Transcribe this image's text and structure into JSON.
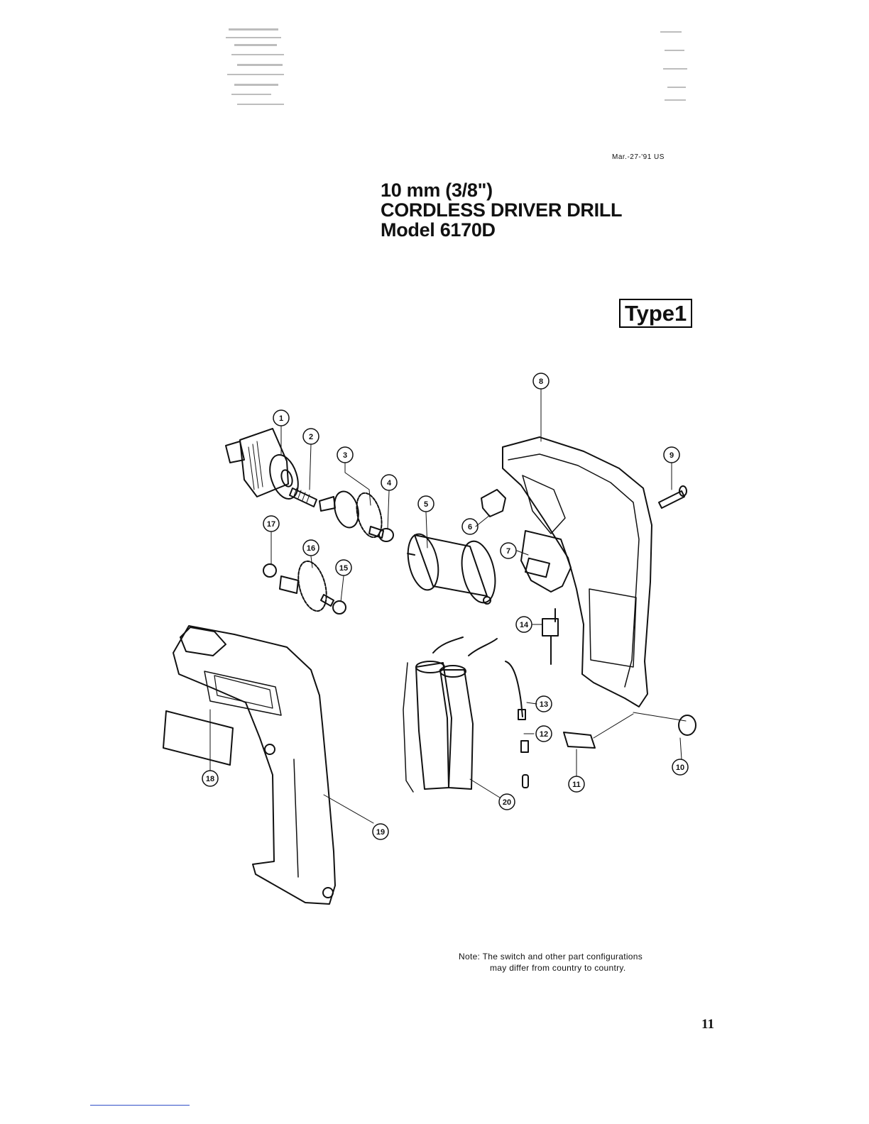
{
  "header": {
    "date_code": "Mar.-27-'91 US",
    "title_lines": [
      "10 mm (3/8\")",
      "CORDLESS DRIVER DRILL",
      "Model 6170D"
    ],
    "type_label": "Type1"
  },
  "callouts": [
    "1",
    "2",
    "3",
    "4",
    "5",
    "6",
    "7",
    "8",
    "9",
    "10",
    "11",
    "12",
    "13",
    "14",
    "15",
    "16",
    "17",
    "18",
    "19",
    "20"
  ],
  "note": {
    "line1": "Note: The switch and other part configurations",
    "line2": "may differ from country to country."
  },
  "page_number": "11",
  "colors": {
    "ink": "#111111",
    "paper": "#ffffff",
    "link_line": "#3050c8"
  }
}
